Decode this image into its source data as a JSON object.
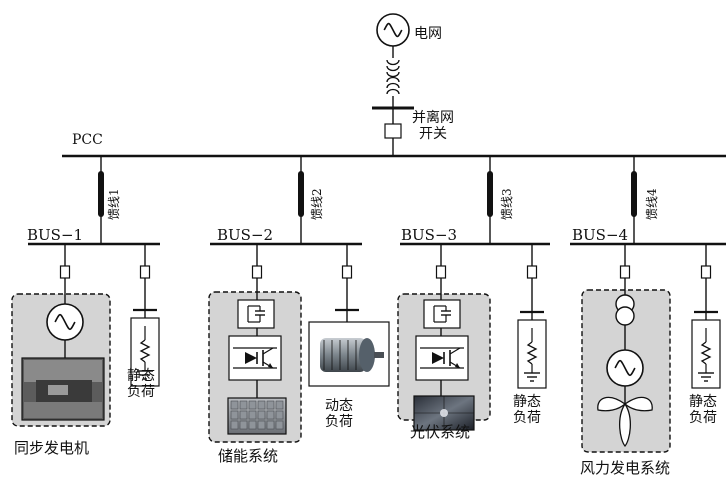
{
  "colors": {
    "line": "#111111",
    "box_fill": "#d4d4d4",
    "panel_fill": "#ffffff"
  },
  "grid": {
    "label": "电网",
    "symbol": "ac-source-icon"
  },
  "switch": {
    "label_line1": "并离网",
    "label_line2": "开关"
  },
  "pcc": {
    "label": "PCC"
  },
  "feeders": [
    "馈线1",
    "馈线2",
    "馈线3",
    "馈线4"
  ],
  "buses": [
    "BUS−1",
    "BUS−2",
    "BUS−3",
    "BUS−4"
  ],
  "systems": {
    "sync_gen": "同步发电机",
    "storage": "储能系统",
    "pv": "光伏系统",
    "wind": "风力发电系统"
  },
  "loads": {
    "static_line1": "静态",
    "static_line2": "负荷",
    "dynamic_line1": "动态",
    "dynamic_line2": "负荷"
  }
}
